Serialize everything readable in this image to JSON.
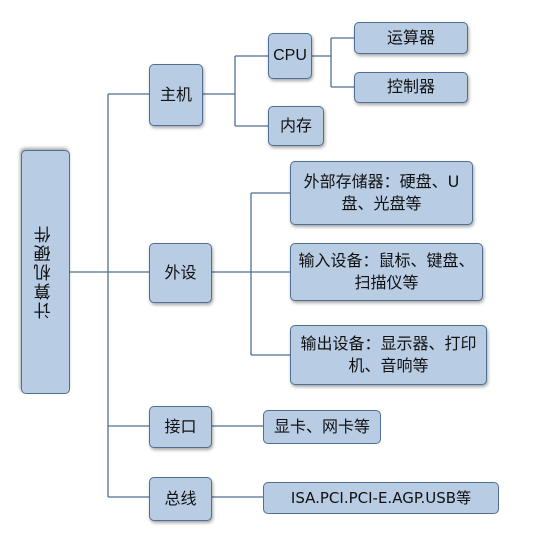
{
  "root": {
    "label": "计算机硬件"
  },
  "level1": {
    "main_host": "主机",
    "peripherals": "外设",
    "interface": "接口",
    "bus": "总线"
  },
  "host_children": {
    "cpu": "CPU",
    "memory": "内存"
  },
  "cpu_children": {
    "alu": "运算器",
    "controller": "控制器"
  },
  "peripheral_children": {
    "storage": "外部存储器：硬盘、U盘、光盘等",
    "input": "输入设备：鼠标、键盘、扫描仪等",
    "output": "输出设备：显示器、打印机、音响等"
  },
  "interface_children": {
    "cards": "显卡、网卡等"
  },
  "bus_children": {
    "standards": "ISA.PCI.PCI-E.AGP.USB等"
  },
  "colors": {
    "node_fill": "#b8cce4",
    "node_border": "#4f6f94",
    "line": "#4f6f94"
  }
}
